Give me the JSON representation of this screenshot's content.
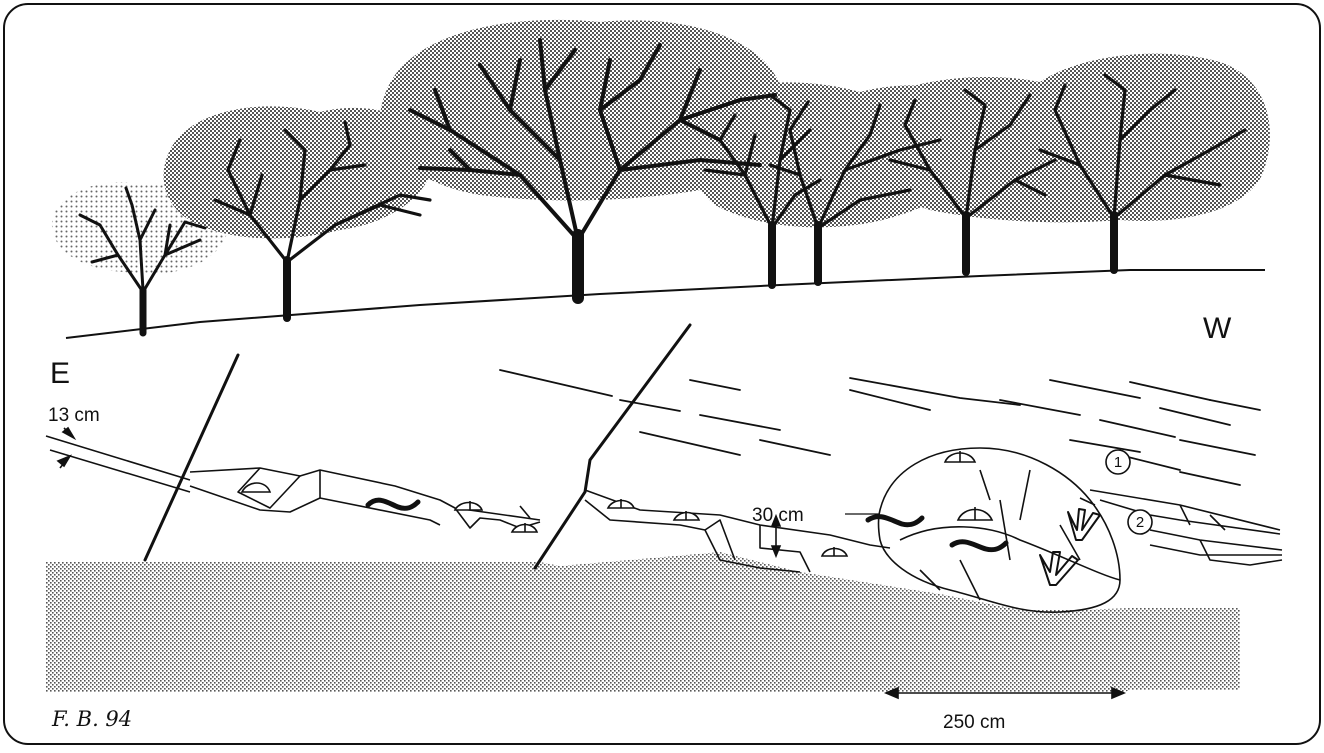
{
  "figure": {
    "labels": {
      "east": "E",
      "west": "W",
      "layer_thickness": "13 cm",
      "step_height": "30 cm",
      "scale_bar": "250 cm",
      "marker_1": "1",
      "marker_2": "2",
      "signature": "F. B. 94"
    },
    "colors": {
      "ink": "#111111",
      "dot_fill": "#555555",
      "paper": "#ffffff"
    }
  }
}
